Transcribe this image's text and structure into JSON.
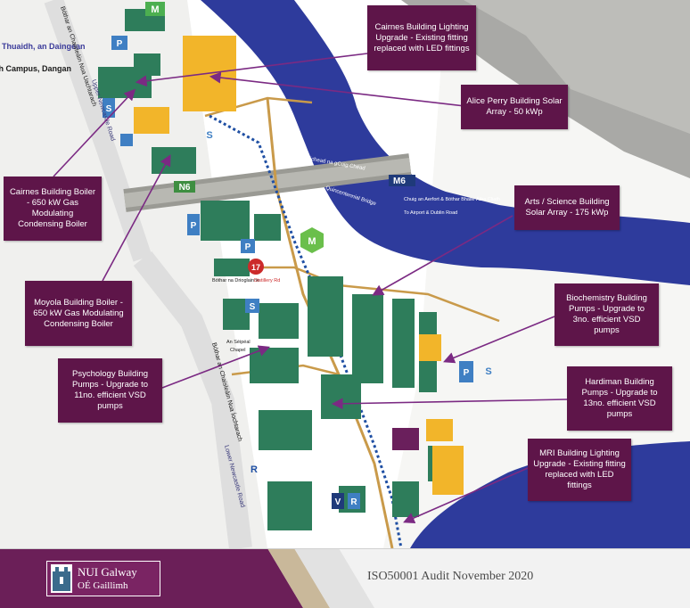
{
  "map": {
    "campus_label_irish": "Campas Thuaidh, an Daingean",
    "campus_label_english": "North Campus, Dangan",
    "road_upper_newcastle": "Upper Newcastle Road",
    "road_newcastle_irish": "Bóthar an Chaisleáin Nua Uachtarach",
    "road_newcastle_lower": "Lower Newcastle Road",
    "road_newcastle_lower_irish": "Bóthar an Chaisleáin Nua Íochtarach",
    "n6_label": "N6",
    "m6_label": "M6",
    "bridge_irish": "Droichead na gCúig Chéad",
    "bridge_english": "Quincentennial Bridge",
    "airport_irish": "Chuig an Aerfort & Bóthar Bhaile Átha Cliath",
    "airport_english": "To Airport & Dublin Road",
    "distillery_irish": "Bóthar na Drioglainne",
    "distillery_english": "Distillery Rd",
    "chapel_irish": "An Séipéal",
    "chapel_english": "Chapel",
    "marker_17": "17",
    "marker_m_top": "M",
    "marker_m_mid": "M",
    "marker_r1": "R",
    "marker_r2": "R",
    "marker_v": "V",
    "parking_letter": "P",
    "security_letter": "S"
  },
  "callouts": {
    "cairnes_lighting": "Cairnes Building Lighting Upgrade - Existing fitting replaced with LED fittings",
    "alice_perry": "Alice Perry Building Solar Array - 50 kWp",
    "cairnes_boiler": "Cairnes Building Boiler - 650 kW Gas Modulating Condensing Boiler",
    "arts_science": "Arts / Science Building Solar Array - 175 kWp",
    "moyola": "Moyola Building Boiler - 650 kW Gas Modulating Condensing Boiler",
    "biochemistry": "Biochemistry Building Pumps - Upgrade to 3no. efficient VSD pumps",
    "psychology": "Psychology Building Pumps - Upgrade to 11no. efficient VSD pumps",
    "hardiman": "Hardiman Building Pumps - Upgrade to 13no. efficient VSD pumps",
    "mri": "MRI Building Lighting Upgrade - Existing fitting replaced with LED fittings"
  },
  "footer": {
    "logo_line1": "NUI Galway",
    "logo_line2": "OÉ Gaillimh",
    "audit_text": "ISO50001 Audit November 2020"
  },
  "colors": {
    "callout_bg": "#5e1549",
    "footer_band": "#6b1f58",
    "river": "#2e3b9c",
    "building_green": "#2e7d5b",
    "building_yellow": "#f2b52a",
    "parking_blue": "#3f7fc3",
    "arrow": "#7b2a83"
  }
}
